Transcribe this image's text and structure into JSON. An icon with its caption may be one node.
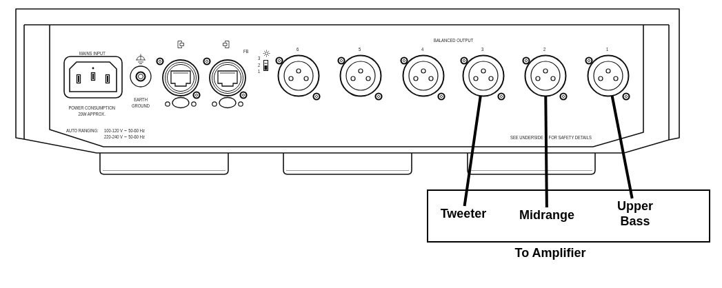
{
  "diagram": {
    "nodes": [
      {
        "text": [
          "6"
        ]
      },
      {
        "text": [
          "5"
        ]
      },
      {
        "text": [
          "4"
        ]
      },
      {
        "text": [
          "3"
        ]
      },
      {
        "text": [
          "2"
        ]
      },
      {
        "text": [
          "1"
        ]
      },
      {
        "text": [
          "To Amplifier"
        ]
      },
      {
        "text": [
          "Tweeter"
        ],
        "in": 6
      },
      {
        "text": [
          "Midrange"
        ],
        "in": 6
      },
      {
        "text": [
          "Upper Bass"
        ],
        "in": 6
      }
    ],
    "edges": [
      {
        "from": 3,
        "to": 7,
        "arrow": "none"
      },
      {
        "from": 4,
        "to": 8,
        "arrow": "none"
      },
      {
        "from": 5,
        "to": 9,
        "arrow": "none"
      }
    ],
    "labels": [
      "BALANCED OUTPUT",
      "MAINS INPUT",
      "FB",
      "3",
      "2",
      "1",
      "EARTH GROUND",
      "POWER CONSUMPTION 20W APPROX.",
      "AUTO RANGING:",
      "100-120 V ∼ 50-60 Hz",
      "220-240 V ∼ 50-60 Hz",
      "SEE UNDERSIDE FOR SAFETY DETAILS"
    ]
  }
}
